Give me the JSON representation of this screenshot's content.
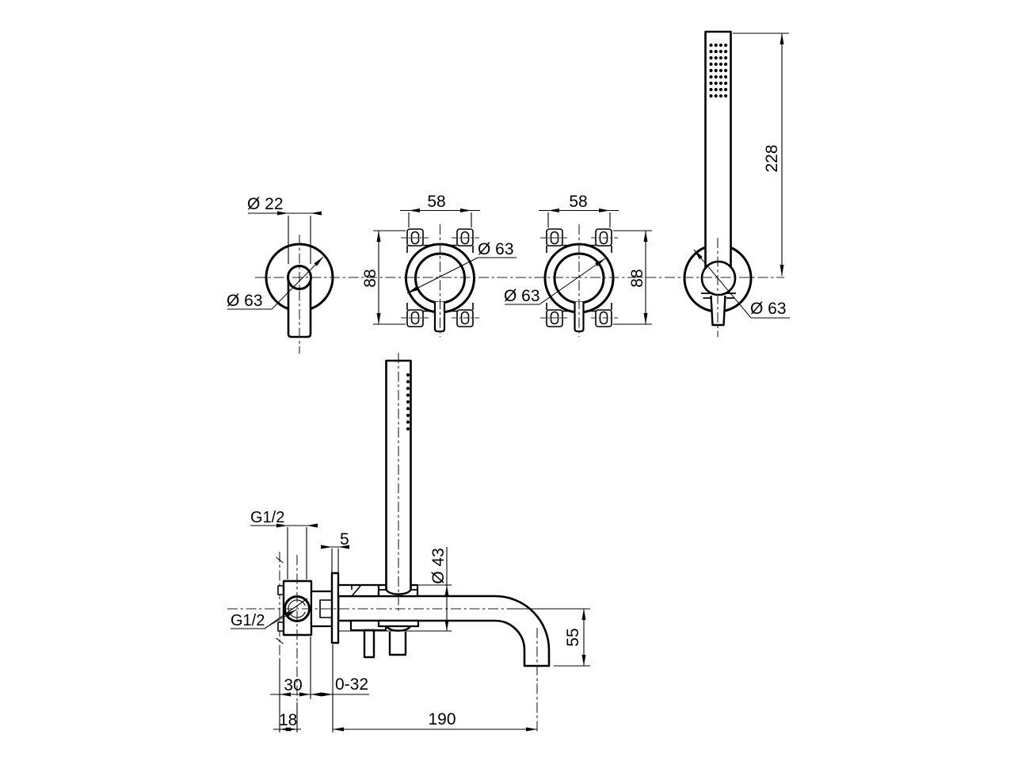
{
  "page": {
    "background": "#ffffff",
    "line_color": "#000000"
  },
  "drawing_type": "technical-dimension-drawing (wall-mounted bath mixer with hand shower)",
  "views": {
    "handle_front": {
      "lever_diameter": "Ø 22",
      "escutcheon_diameter": "Ø 63"
    },
    "valve_left": {
      "bracket_width": "58",
      "bracket_height": "88",
      "escutcheon_diameter": "Ø 63"
    },
    "valve_right": {
      "bracket_width": "58",
      "bracket_height": "88",
      "escutcheon_diameter": "Ø 63"
    },
    "handshower_front": {
      "wand_length": "228",
      "holder_escutcheon_diameter": "Ø 63"
    },
    "side_elevation": {
      "inlet_thread_top": "G1/2",
      "wall_plate_thickness": "5",
      "supply_thread_side": "G1/2",
      "holder_escutcheon_diameter": "Ø 43",
      "spout_drop": "55",
      "body_depth": "30",
      "adjustment_range": "0-32",
      "wall_axis_offset": "18",
      "spout_reach": "190"
    }
  }
}
